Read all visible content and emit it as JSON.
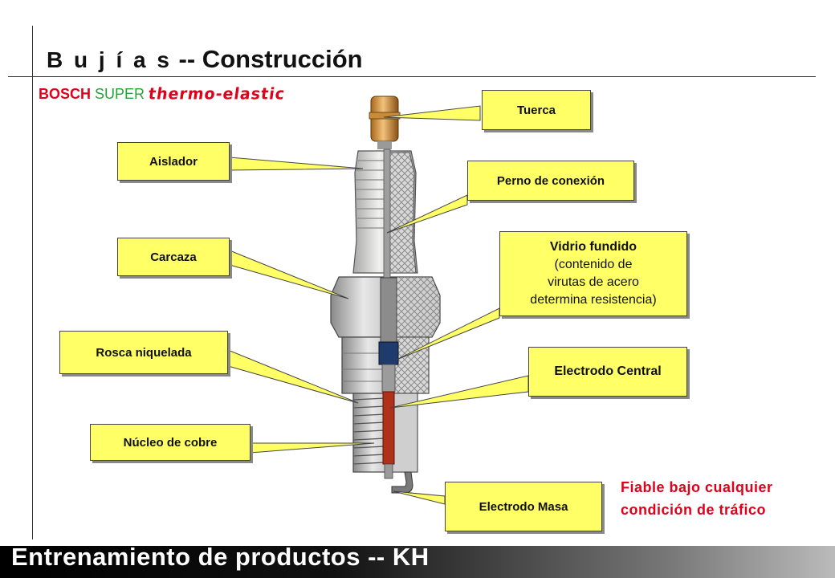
{
  "title": {
    "spaced": "B u j í a s",
    "rest": " -- Construcción"
  },
  "brand": {
    "bosch": "BOSCH",
    "super": "SUPER",
    "thermo": "thermo-elastic"
  },
  "labels": {
    "tuerca": "Tuerca",
    "aislador": "Aislador",
    "perno": "Perno de conexión",
    "carcaza": "Carcaza",
    "vidrio_title": "Vidrio fundido",
    "vidrio_line1": "(contenido de",
    "vidrio_line2": "virutas de acero",
    "vidrio_line3": "determina resistencia)",
    "rosca": "Rosca niquelada",
    "electrodo_central": "Electrodo Central",
    "nucleo": "Núcleo de cobre",
    "electrodo_masa": "Electrodo Masa"
  },
  "note": {
    "line1": "Fiable bajo cualquier",
    "line2": "condición de tráfico"
  },
  "footer": {
    "text": "Entrenamiento de productos -- KH"
  },
  "colors": {
    "label_bg": "#ffff66",
    "accent_red": "#e0001a",
    "accent_green": "#22a535"
  }
}
